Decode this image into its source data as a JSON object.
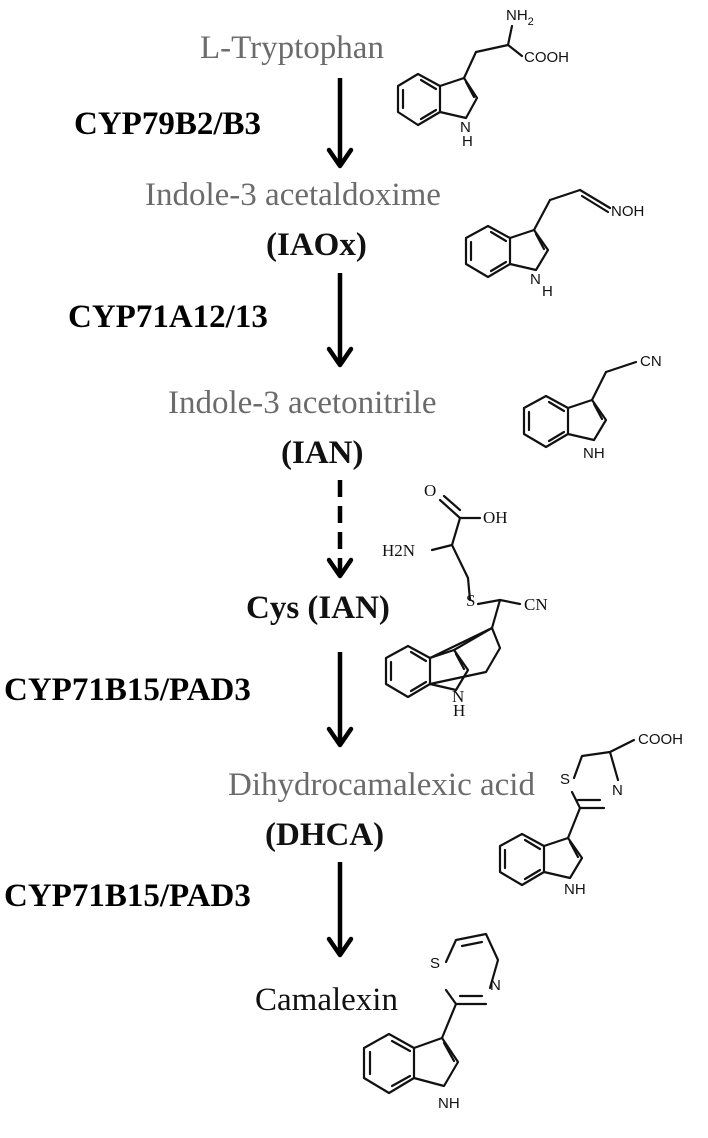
{
  "compounds": {
    "tryptophan": "L-Tryptophan",
    "iaox_name": "Indole-3 acetaldoxime",
    "iaox_abbr": "(IAOx)",
    "ian_name": "Indole-3 acetonitrile",
    "ian_abbr": "(IAN)",
    "cys_ian": "Cys (IAN)",
    "dhca_name": "Dihydrocamalexic acid",
    "dhca_abbr": "(DHCA)",
    "camalexin": "Camalexin"
  },
  "enzymes": {
    "step1": "CYP79B2/B3",
    "step2": "CYP71A12/13",
    "step4": "CYP71B15/PAD3",
    "step5": "CYP71B15/PAD3"
  },
  "atoms": {
    "nh2": "NH",
    "nh2_sub": "2",
    "cooh": "COOH",
    "noh": "NOH",
    "cn": "CN",
    "oh": "OH",
    "h2n": "H2N",
    "o": "O",
    "s": "S",
    "n": "N",
    "h": "H",
    "nh": "NH"
  },
  "arrows": {
    "step3_style": "dashed"
  },
  "colors": {
    "compound_name": "#6b6b6b",
    "final_product": "#111111",
    "enzyme": "#000000"
  }
}
